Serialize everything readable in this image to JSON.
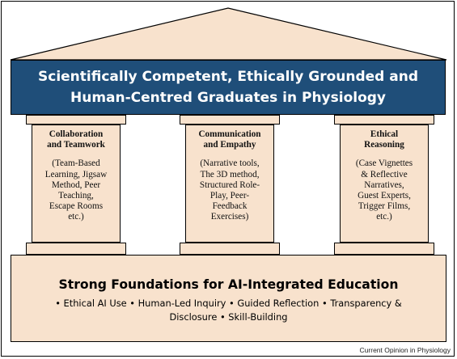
{
  "colors": {
    "roof": "#f8e2cd",
    "banner": "#1f4e79",
    "pillar": "#f8e2cd",
    "base": "#f8e2cd",
    "outline": "#000000"
  },
  "banner": {
    "line1": "Scientifically Competent, Ethically Grounded and",
    "line2": "Human-Centred Graduates in Physiology"
  },
  "pillars": [
    {
      "title_lines": [
        "Collaboration",
        "and Teamwork"
      ],
      "body_lines": [
        "(Team-Based",
        "Learning, Jigsaw",
        "Method, Peer",
        "Teaching,",
        "Escape Rooms",
        "etc.)"
      ]
    },
    {
      "title_lines": [
        "Communication",
        "and Empathy"
      ],
      "body_lines": [
        "(Narrative tools,",
        "The 3D method,",
        "Structured Role-",
        "Play, Peer-",
        "Feedback",
        "Exercises)"
      ]
    },
    {
      "title_lines": [
        "Ethical",
        "Reasoning"
      ],
      "body_lines": [
        "(Case Vignettes",
        "& Reflective",
        "Narratives,",
        "Guest Experts,",
        "Trigger Films,",
        "etc.)"
      ]
    }
  ],
  "foundation": {
    "title": "Strong Foundations for AI-Integrated Education",
    "items_line1": "• Ethical AI Use • Human-Led Inquiry • Guided Reflection • Transparency &",
    "items_line2": "Disclosure • Skill-Building"
  },
  "credit": "Current Opinion in Physiology"
}
